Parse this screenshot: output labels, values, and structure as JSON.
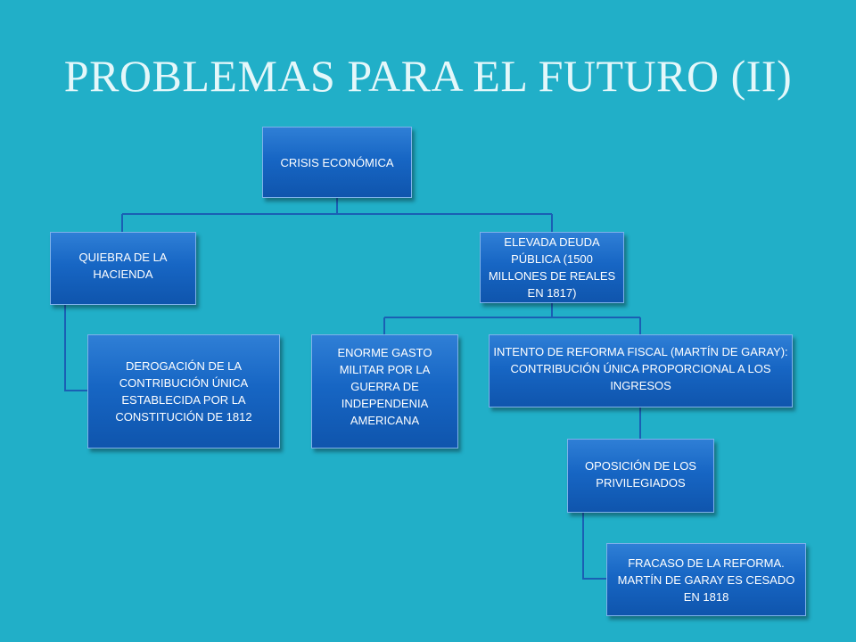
{
  "title": "PROBLEMAS PARA EL FUTURO (II)",
  "nodes": {
    "crisis": "CRISIS ECONÓMICA",
    "quiebra": "QUIEBRA DE LA HACIENDA",
    "deuda": "ELEVADA DEUDA PÚBLICA (1500 MILLONES DE REALES EN 1817)",
    "derogacion": "DEROGACIÓN DE LA CONTRIBUCIÓN ÚNICA ESTABLECIDA POR LA CONSTITUCIÓN DE 1812",
    "gasto": "ENORME GASTO MILITAR POR LA GUERRA DE INDEPENDENIA AMERICANA",
    "reforma": "INTENTO DE REFORMA FISCAL (MARTÍN DE GARAY): CONTRIBUCIÓN ÚNICA PROPORCIONAL A LOS INGRESOS",
    "oposicion": "OPOSICIÓN DE LOS PRIVILEGIADOS",
    "fracaso": "FRACASO DE LA REFORMA. MARTÍN DE GARAY ES CESADO EN 1818"
  },
  "colors": {
    "background": "#21afc8",
    "node_fill": "#1766c4",
    "connector": "#1a5fb4"
  }
}
